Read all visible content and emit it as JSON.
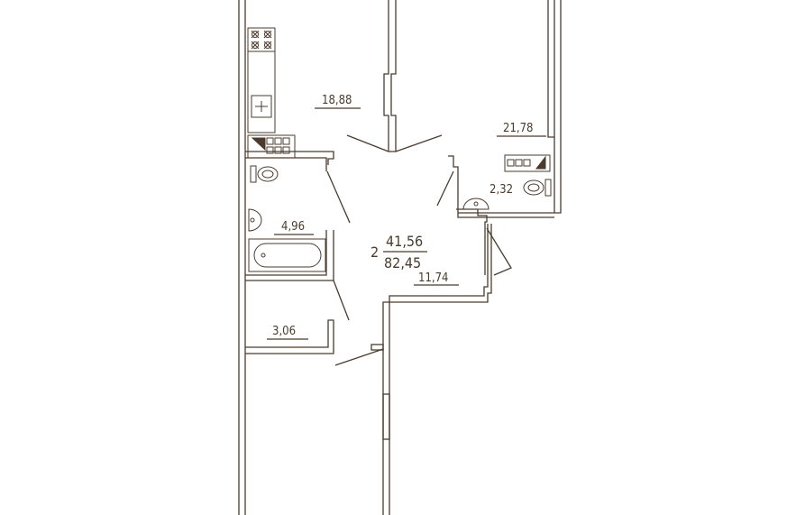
{
  "plan": {
    "rooms_count": "2",
    "living_area": "41,56",
    "total_area": "82,45",
    "rooms": [
      {
        "id": "kitchen",
        "area": "18,88"
      },
      {
        "id": "bedroom",
        "area": "21,78"
      },
      {
        "id": "wc",
        "area": "2,32"
      },
      {
        "id": "bathroom",
        "area": "4,96"
      },
      {
        "id": "hall",
        "area": "11,74"
      },
      {
        "id": "storage",
        "area": "3,06"
      }
    ],
    "colors": {
      "wall": "#4a3b2c",
      "fill": "#ffffff"
    }
  }
}
